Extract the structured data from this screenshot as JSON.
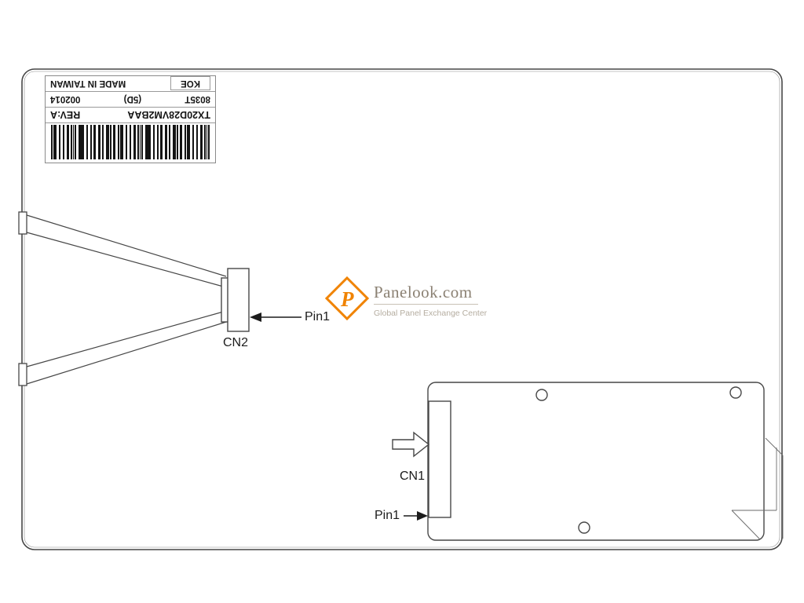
{
  "page": {
    "background": "#ffffff",
    "line_color": "#474747"
  },
  "labels": {
    "cn2": "CN2",
    "cn1": "CN1",
    "pin1_top": "Pin1",
    "pin1_bottom": "Pin1"
  },
  "sticker": {
    "model": "TX20D28VM2BAA",
    "rev": "REV:A",
    "lot": "8035T",
    "grade": "(5D)",
    "serial": "002014",
    "brand": "KOE",
    "origin": "MADE IN TAIWAN"
  },
  "logo": {
    "monogram": "P",
    "name": "Panelook.com",
    "tagline": "Global Panel Exchange Center",
    "accent_color": "#F08300",
    "text_color": "#8B8173"
  }
}
